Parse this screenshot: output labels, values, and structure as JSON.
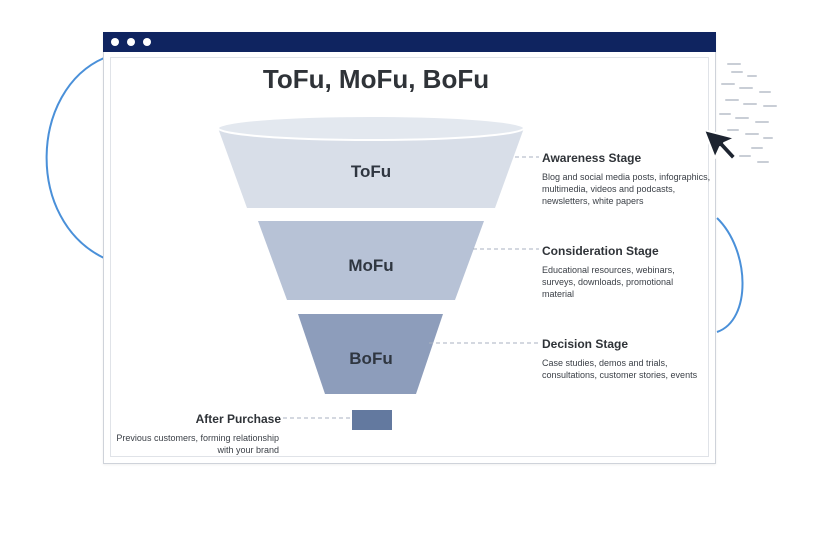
{
  "diagram": {
    "title": "ToFu, MoFu, BoFu",
    "tiers": [
      {
        "label": "ToFu"
      },
      {
        "label": "MoFu"
      },
      {
        "label": "BoFu"
      }
    ],
    "stages": [
      {
        "title": "Awareness Stage",
        "description": "Blog and social media posts, infographics, multimedia, videos and podcasts, newsletters, white papers"
      },
      {
        "title": "Consideration Stage",
        "description": "Educational resources, webinars, surveys, downloads, promotional material"
      },
      {
        "title": "Decision Stage",
        "description": "Case studies, demos and trials, consultations, customer stories, events"
      }
    ],
    "after_purchase": {
      "title": "After Purchase",
      "description": "Previous customers, forming relationship with your brand"
    }
  },
  "colors": {
    "titlebar": "#0f2460",
    "tofu": "#d8dee8",
    "mofu": "#b7c2d6",
    "bofu": "#8d9dbb",
    "after": "#63799f",
    "accent_line": "#4a90d9"
  }
}
